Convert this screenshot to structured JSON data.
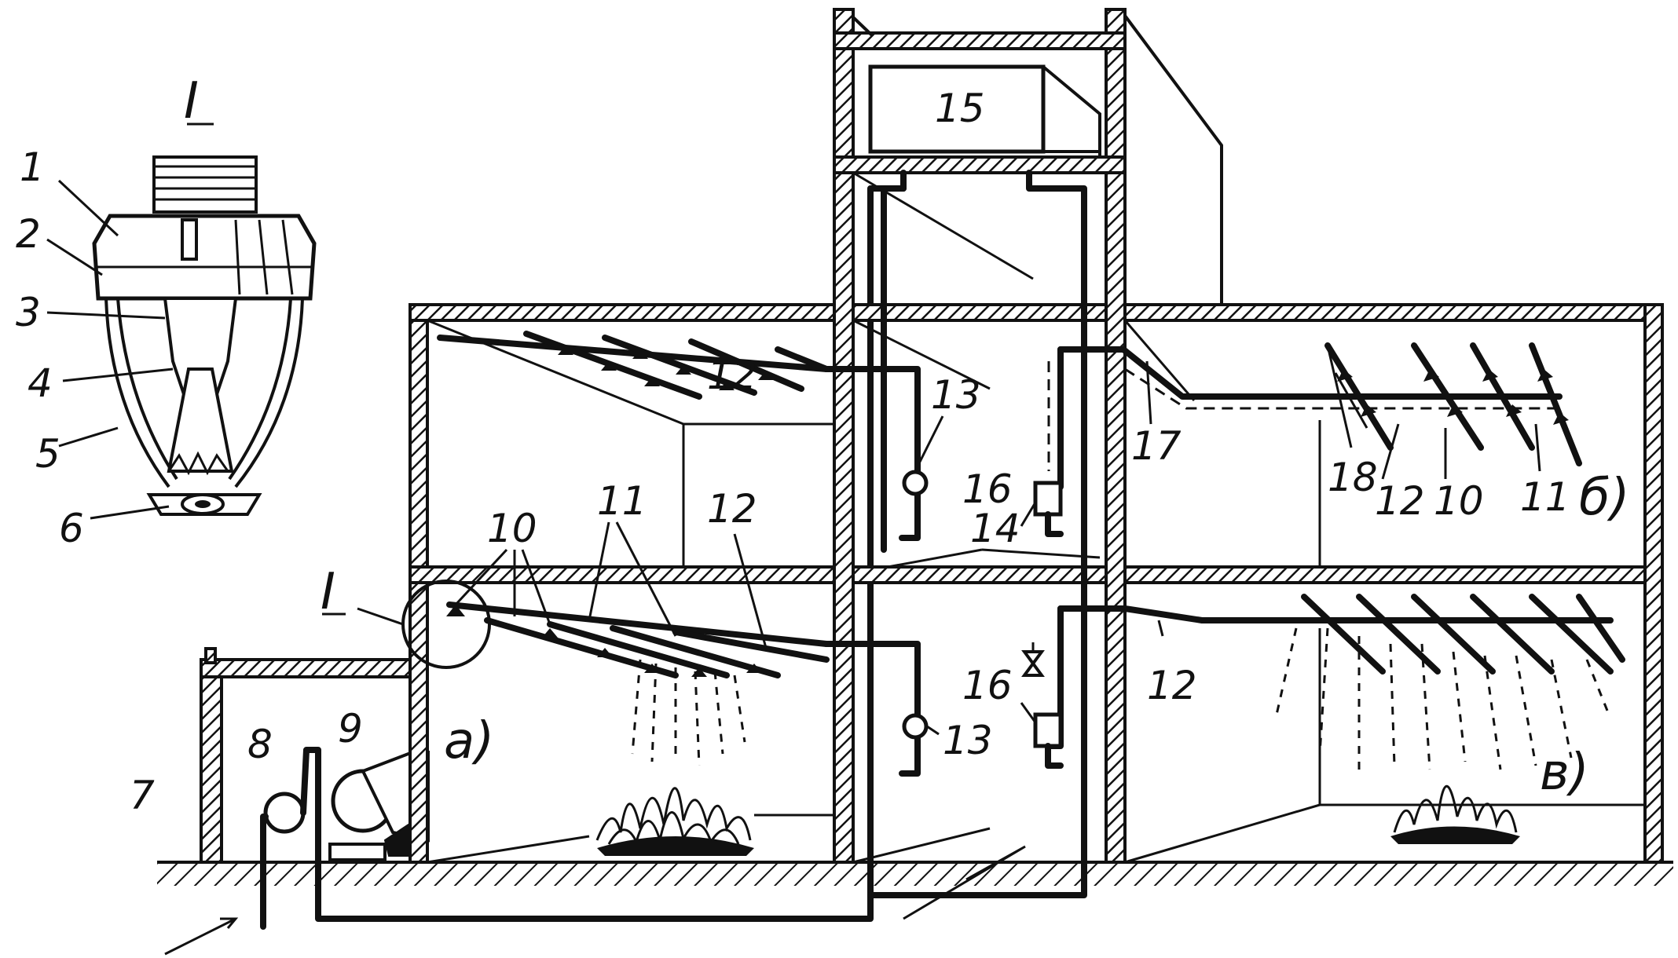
{
  "detail": {
    "title": "I",
    "parts": [
      "1",
      "2",
      "3",
      "4",
      "5",
      "6"
    ]
  },
  "labels": {
    "n7": "7",
    "n8": "8",
    "n9": "9",
    "n10a": "10",
    "n11a": "11",
    "n12a": "12",
    "n13a": "13",
    "n13b": "13",
    "n14": "14",
    "n15": "15",
    "n16a": "16",
    "n16b": "16",
    "n17": "17",
    "n18": "18",
    "n12b": "12",
    "n10b": "10",
    "n11b": "11",
    "n12c": "12",
    "detail_ref": "I",
    "section_a": "а)",
    "section_b": "б)",
    "section_v": "в)"
  }
}
